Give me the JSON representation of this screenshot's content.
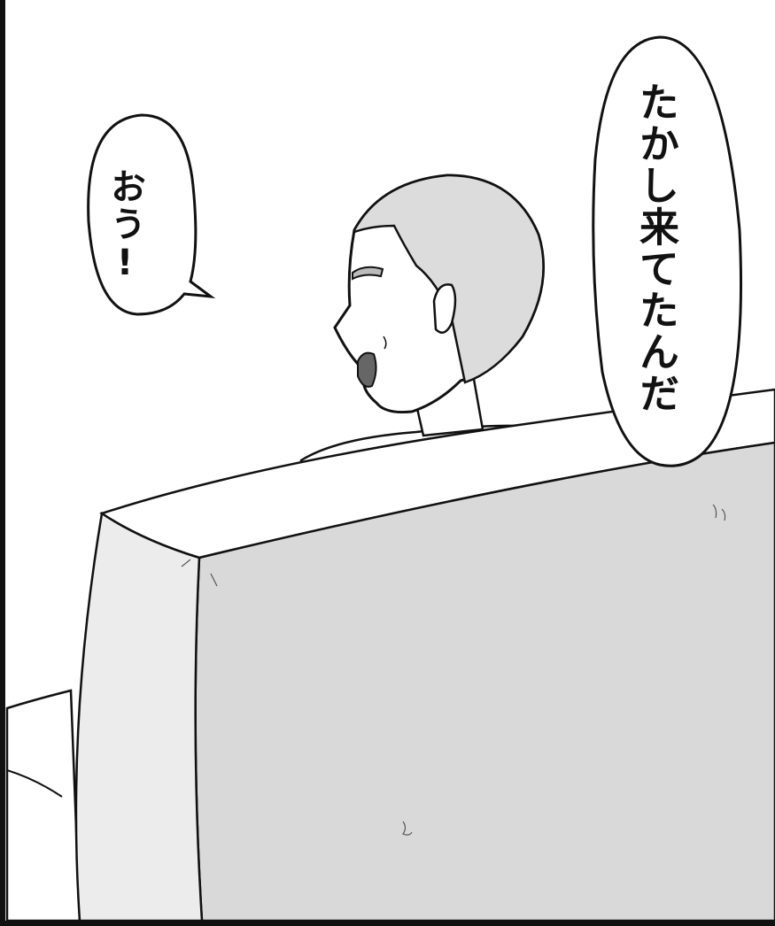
{
  "comic_panel": {
    "speech_bubbles": [
      {
        "speaker": "man",
        "text": "おう!"
      },
      {
        "speaker": "off-panel",
        "text": "たかし来てたんだ"
      }
    ],
    "colors": {
      "background": "#ffffff",
      "ink": "#111111",
      "sofa_shade": "#d9d9d9",
      "hair_tone": "#dcdcdc"
    }
  }
}
